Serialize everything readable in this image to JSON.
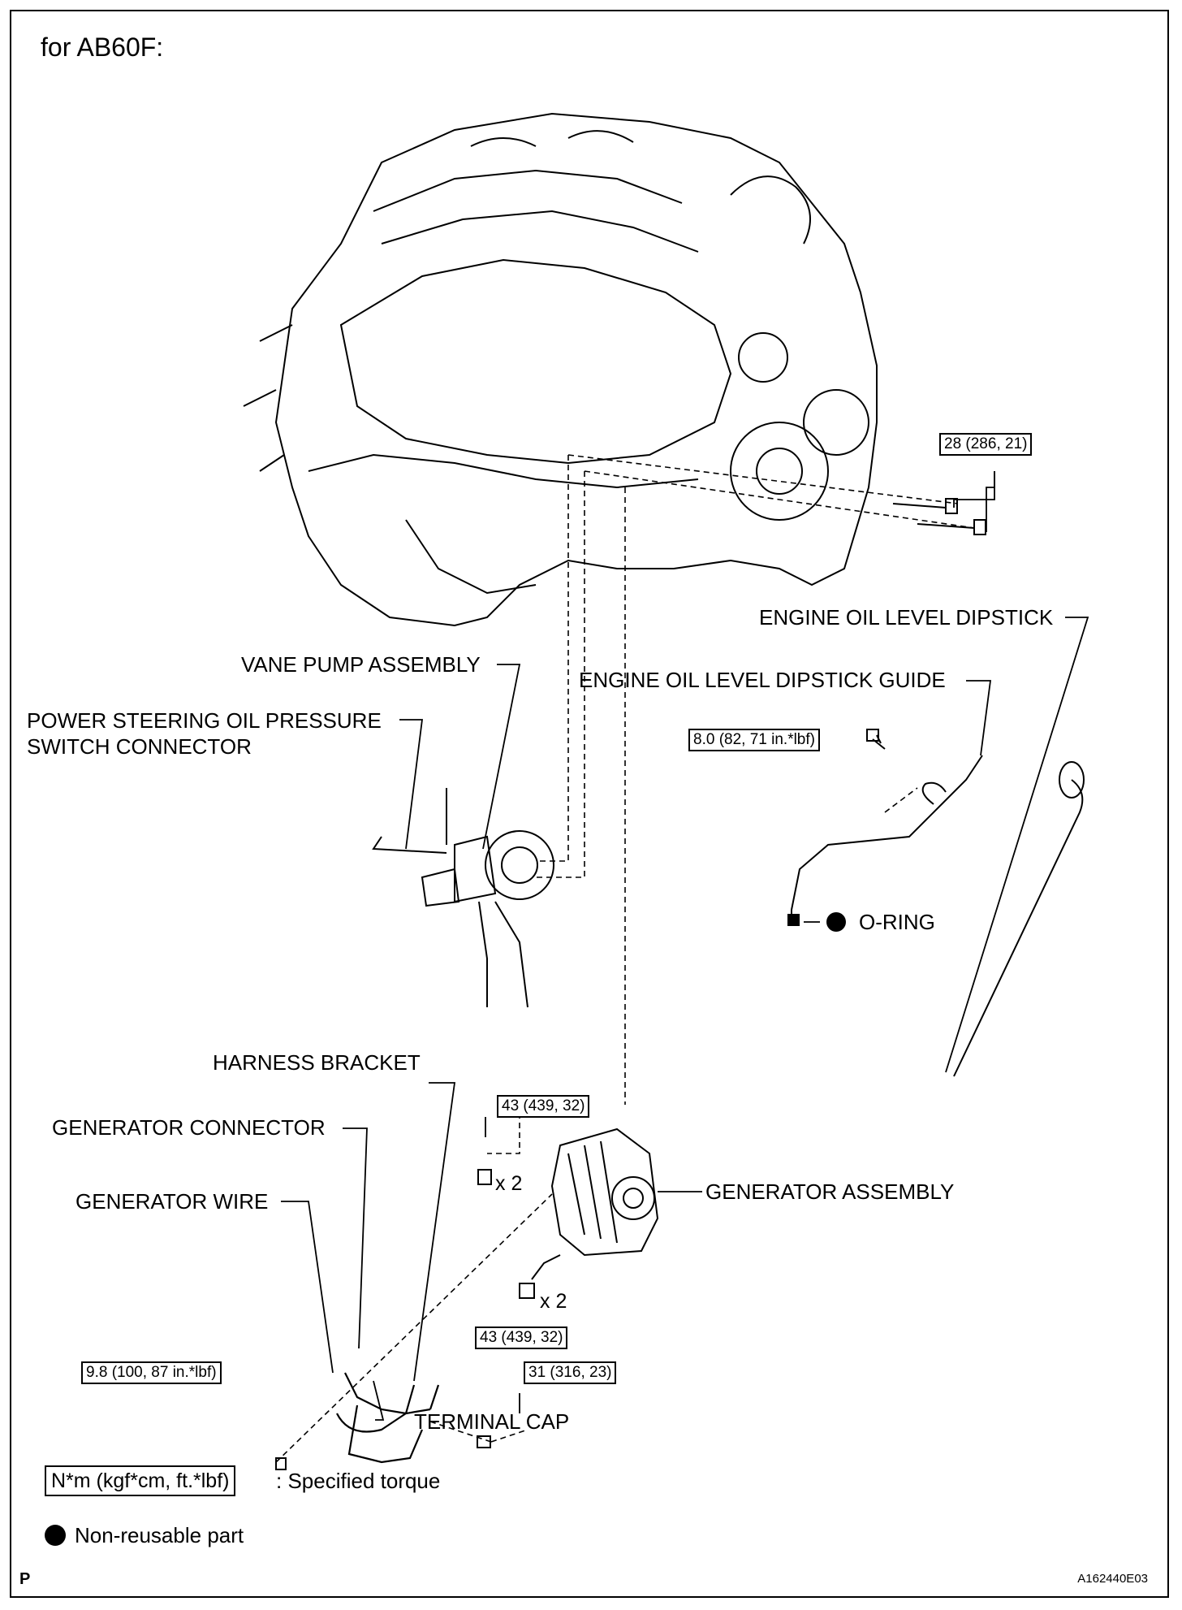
{
  "title": "for AB60F:",
  "labels": {
    "dipstick": "ENGINE OIL LEVEL DIPSTICK",
    "vane_pump": "VANE PUMP ASSEMBLY",
    "dipstick_guide": "ENGINE OIL LEVEL DIPSTICK GUIDE",
    "ps_switch_line1": "POWER STEERING OIL PRESSURE",
    "ps_switch_line2": "SWITCH CONNECTOR",
    "o_ring": "O-RING",
    "harness_bracket": "HARNESS BRACKET",
    "generator_connector": "GENERATOR CONNECTOR",
    "generator_wire": "GENERATOR WIRE",
    "generator_assembly": "GENERATOR ASSEMBLY",
    "terminal_cap": "TERMINAL CAP"
  },
  "torques": {
    "pump_bolt": "28 (286, 21)",
    "guide_bolt": "8.0 (82, 71 in.*lbf)",
    "gen_nut": "43 (439, 32)",
    "gen_bolt": "43 (439, 32)",
    "wire_nut": "9.8 (100, 87 in.*lbf)",
    "bracket_bolt": "31 (316, 23)"
  },
  "qty": {
    "gen_nut": "x 2",
    "gen_bolt": "x 2"
  },
  "legend": {
    "torque_box": "N*m (kgf*cm, ft.*lbf)",
    "torque_text": ": Specified torque",
    "nonreusable_text": "Non-reusable part"
  },
  "footer": {
    "p": "P",
    "code": "A162440E03"
  }
}
